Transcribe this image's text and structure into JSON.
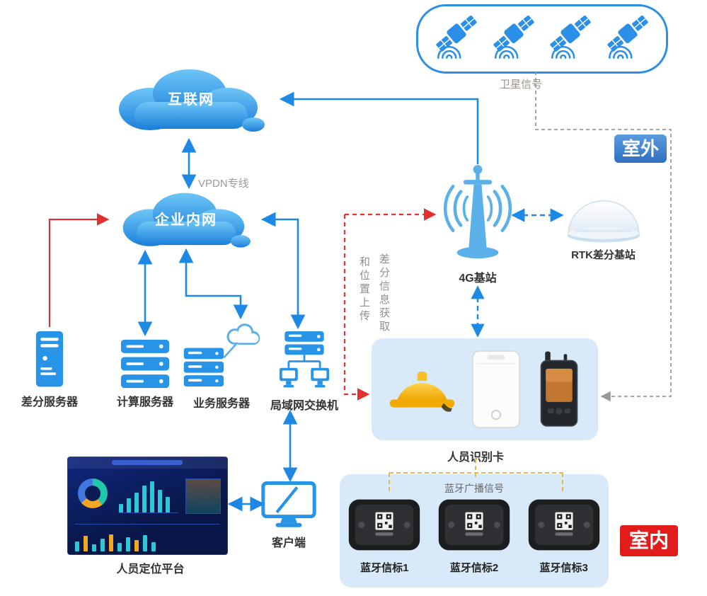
{
  "badges": {
    "outdoor": "室外",
    "indoor": "室内"
  },
  "clouds": {
    "internet": "互联网",
    "intranet": "企业内网"
  },
  "servers": [
    {
      "label": "差分服务器"
    },
    {
      "label": "计算服务器"
    },
    {
      "label": "业务服务器"
    },
    {
      "label": "局域网交换机"
    }
  ],
  "stations": {
    "base4g": "4G基站",
    "rtk": "RTK差分基站"
  },
  "card_group": {
    "label": "人员识别卡"
  },
  "beacon_group": {
    "signal_label": "蓝牙广播信号",
    "beacons": [
      "蓝牙信标1",
      "蓝牙信标2",
      "蓝牙信标3"
    ]
  },
  "platform": {
    "label": "人员定位平台"
  },
  "client": {
    "label": "客户端"
  },
  "edge_labels": {
    "vpdn": "VPDN专线",
    "satellite": "卫星信号",
    "vertical_right": "差分信息获取",
    "vertical_left": "和位置上传"
  },
  "colors": {
    "arrow_blue": "#1e88e5",
    "arrow_red": "#e03131",
    "dashed_gray": "#9a9a9a",
    "dashed_yellow": "#e8b84b",
    "cloud_blue": "#1b7fd9",
    "panel_blue": "#d8eafa",
    "badge_outdoor": "#2f6fc0",
    "badge_indoor": "#e21b1b",
    "icon_blue": "#2794e8",
    "helmet_yellow": "#f2b705"
  }
}
